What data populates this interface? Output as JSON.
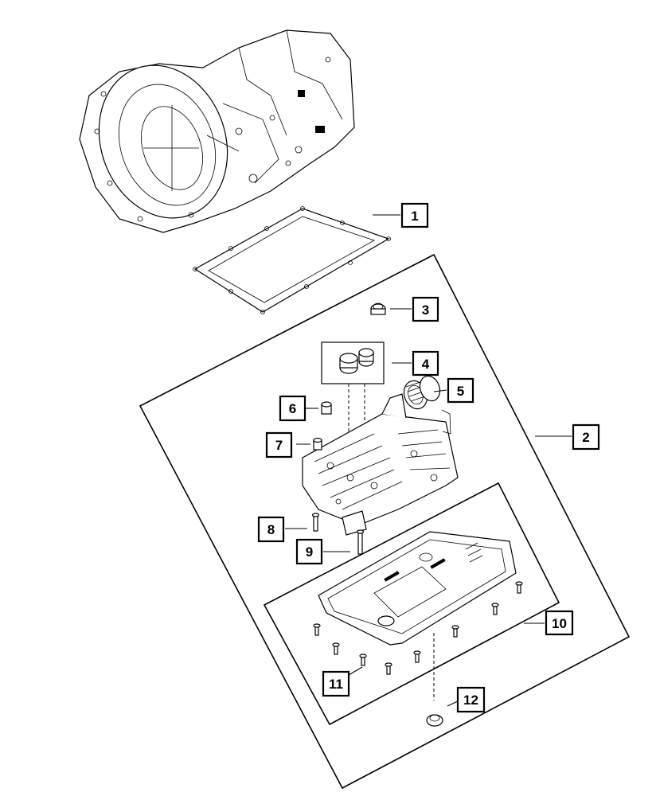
{
  "diagram": {
    "callouts": [
      {
        "id": "callout-1",
        "label": "1"
      },
      {
        "id": "callout-2",
        "label": "2"
      },
      {
        "id": "callout-3",
        "label": "3"
      },
      {
        "id": "callout-4",
        "label": "4"
      },
      {
        "id": "callout-5",
        "label": "5"
      },
      {
        "id": "callout-6",
        "label": "6"
      },
      {
        "id": "callout-7",
        "label": "7"
      },
      {
        "id": "callout-8",
        "label": "8"
      },
      {
        "id": "callout-9",
        "label": "9"
      },
      {
        "id": "callout-10",
        "label": "10"
      },
      {
        "id": "callout-11",
        "label": "11"
      },
      {
        "id": "callout-12",
        "label": "12"
      }
    ],
    "line_color": "#000000",
    "background_color": "#ffffff"
  }
}
